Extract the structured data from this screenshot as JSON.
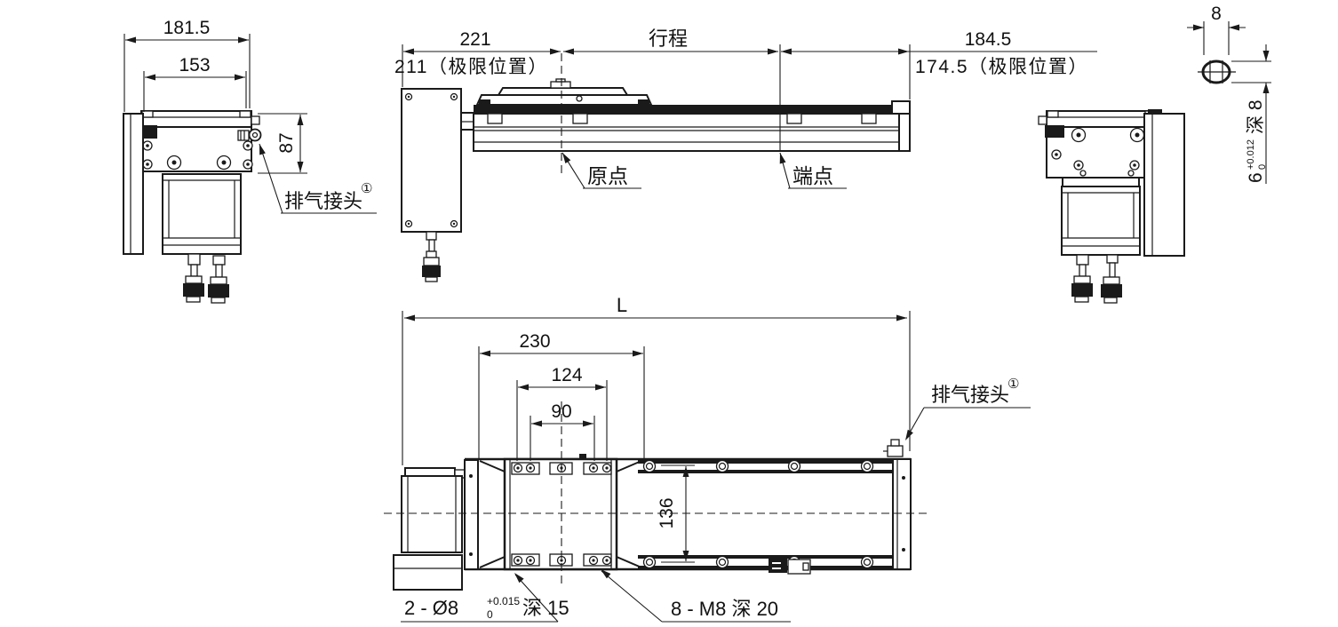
{
  "views": {
    "side_left": {
      "dim_width_outer": "181.5",
      "dim_width_inner": "153",
      "dim_height": "87",
      "exhaust_label": "排气接头",
      "exhaust_ref": "①"
    },
    "front": {
      "dim_left": "221",
      "dim_left_limit": "211（极限位置）",
      "dim_stroke": "行程",
      "dim_right": "184.5",
      "dim_right_limit": "174.5（极限位置）",
      "origin_label": "原点",
      "endpoint_label": "端点"
    },
    "pin_detail": {
      "dim_width": "8",
      "dim_height_nominal": "6",
      "dim_height_tol_upper": "+0.012",
      "dim_height_tol_lower": "0",
      "dim_depth": "深 8"
    },
    "top": {
      "dim_overall": "L",
      "dim_230": "230",
      "dim_124": "124",
      "dim_90": "90",
      "dim_136": "136",
      "exhaust_label": "排气接头",
      "exhaust_ref": "①",
      "pin_hole_label": "2 - Ø8",
      "pin_hole_tol_upper": "+0.015",
      "pin_hole_tol_lower": "0",
      "pin_hole_depth": "深 15",
      "thread_label": "8 - M8 深 20"
    }
  }
}
